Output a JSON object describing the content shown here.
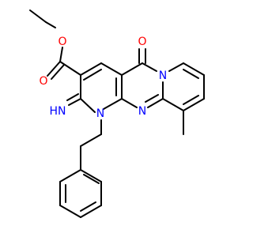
{
  "molecule": {
    "atoms": {
      "O_ester_ether": {
        "symbol": "O",
        "color": "#ff0000"
      },
      "O_ester_carbonyl": {
        "symbol": "O",
        "color": "#ff0000"
      },
      "O_ketone": {
        "symbol": "O",
        "color": "#ff0000"
      },
      "N_ring_bridge": {
        "symbol": "N",
        "color": "#0000ff"
      },
      "N_ring_imine": {
        "symbol": "N",
        "color": "#0000ff"
      },
      "N_ring_alkyl": {
        "symbol": "N",
        "color": "#0000ff"
      },
      "NH_imino": {
        "symbol": "HN",
        "color": "#0000ff"
      }
    }
  }
}
